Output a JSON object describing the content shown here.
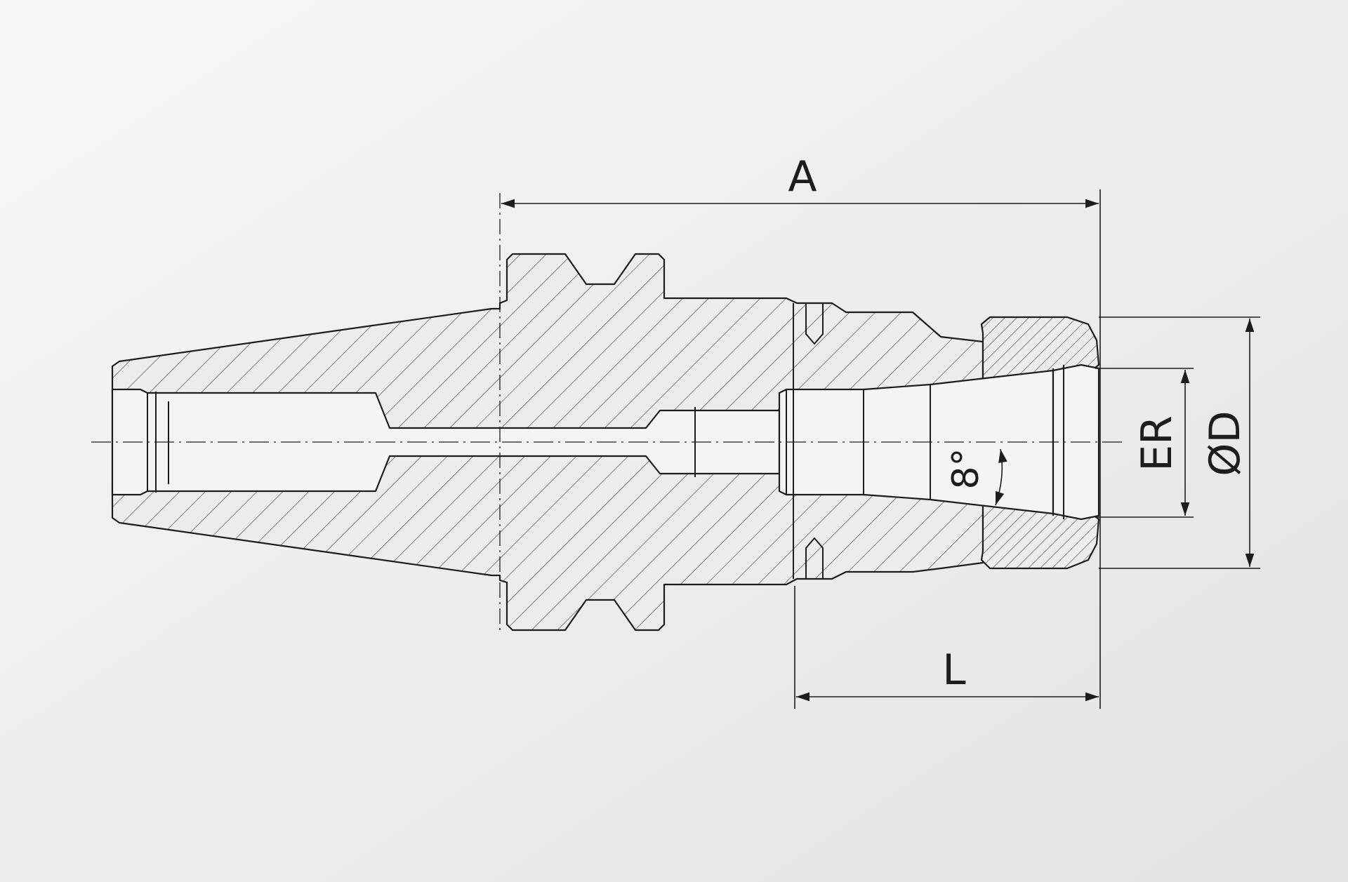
{
  "drawing": {
    "labels": {
      "dim_a": "A",
      "dim_l": "L",
      "dim_er": "ER",
      "dim_d": "ØD",
      "taper_angle": "8°"
    },
    "colors": {
      "background_light": "#f6f6f6",
      "background_dark": "#e4e4e4",
      "line": "#1d1d1b",
      "part_fill": "#ececec",
      "bore_fill": "#f4f4f4"
    }
  }
}
